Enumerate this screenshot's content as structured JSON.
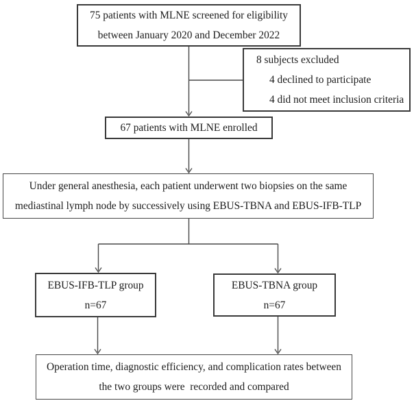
{
  "figure": {
    "type": "patient-flow-diagram",
    "background_color": "#ffffff",
    "border_color": "#383838",
    "connector_color": "#474747",
    "text_color": "#1b1b1b"
  },
  "boxes": {
    "screened": {
      "line1": "75 patients with MLNE screened for eligibility",
      "line2": "between January 2020 and December 2022"
    },
    "excluded": {
      "line1": "8 subjects excluded",
      "line2": "4 declined to participate",
      "line3": "4 did not meet inclusion criteria"
    },
    "enrolled": {
      "line1": "67 patients with MLNE enrolled"
    },
    "procedure": {
      "line1": "Under general anesthesia, each patient underwent two biopsies on the same",
      "line2": "mediastinal lymph node by successively using EBUS-TBNA and EBUS-IFB-TLP"
    },
    "group_ifb_tlp": {
      "line1": "EBUS-IFB-TLP group",
      "line2": "n=67"
    },
    "group_tbna": {
      "line1": "EBUS-TBNA group",
      "line2": "n=67"
    },
    "outcome": {
      "line1": "Operation time, diagnostic efficiency, and complication rates between",
      "line2": "the two groups were  recorded and compared"
    }
  }
}
